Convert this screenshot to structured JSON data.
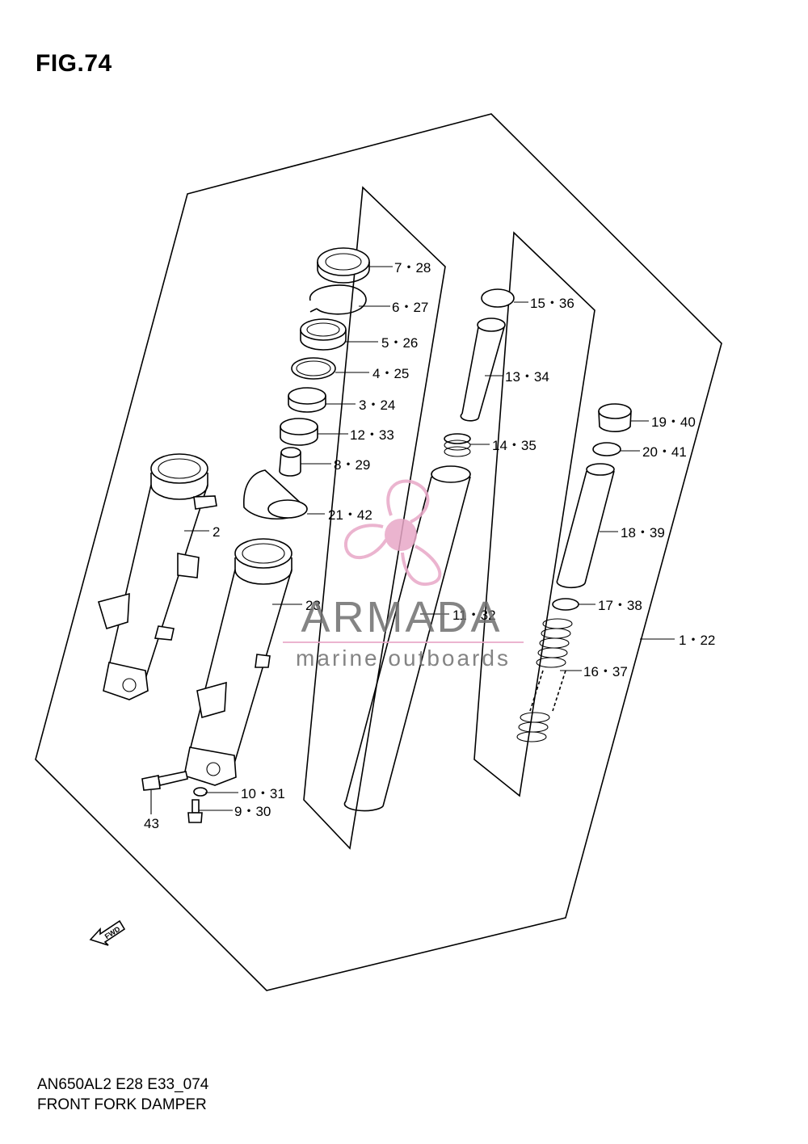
{
  "figure": {
    "title": "FIG.74"
  },
  "footer": {
    "line1": "AN650AL2 E28 E33_074",
    "line2": "FRONT FORK DAMPER"
  },
  "callouts": {
    "c7_28": "7・28",
    "c6_27": "6・27",
    "c5_26": "5・26",
    "c4_25": "4・25",
    "c3_24": "3・24",
    "c12_33": "12・33",
    "c8_29": "8・29",
    "c21_42": "21・42",
    "c2": "2",
    "c23": "23",
    "c11_32": "11・32",
    "c10_31": "10・31",
    "c9_30": "9・30",
    "c43": "43",
    "c15_36": "15・36",
    "c13_34": "13・34",
    "c14_35": "14・35",
    "c19_40": "19・40",
    "c20_41": "20・41",
    "c18_39": "18・39",
    "c17_38": "17・38",
    "c16_37": "16・37",
    "c1_22": "1・22"
  },
  "fwd_arrow": {
    "label": "FWD"
  },
  "watermark": {
    "brand": "ARMADA",
    "tagline": "marine outboards",
    "logo_icon": "propeller-icon",
    "colors": {
      "text": "#6f6f6f",
      "accent": "#e8a7c7",
      "line": "#e8a7c7"
    }
  }
}
